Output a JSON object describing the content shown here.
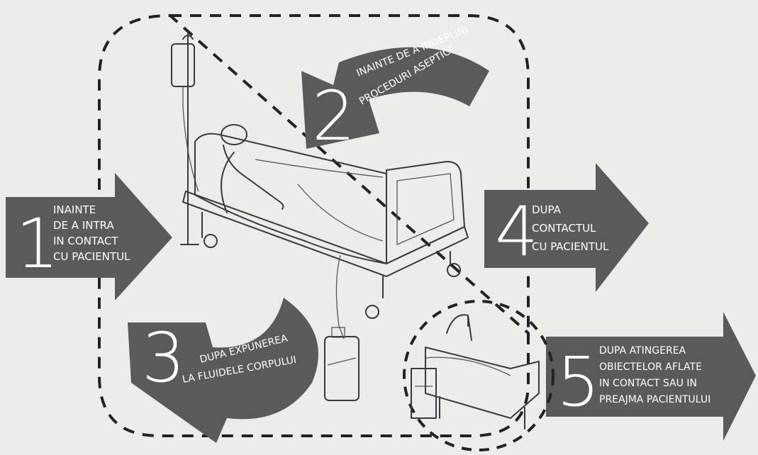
{
  "moments": [
    {
      "number": "1",
      "lines": [
        "INAINTE",
        "DE A INTRA",
        "IN CONTACT",
        "CU PACIENTUL"
      ]
    },
    {
      "number": "2",
      "lines": [
        "INAINTE DE A INDEPLINI",
        "PROCEDURI ASEPTICE"
      ]
    },
    {
      "number": "3",
      "lines": [
        "DUPA EXPUNEREA",
        "LA FLUIDELE CORPULUI"
      ]
    },
    {
      "number": "4",
      "lines": [
        "DUPA",
        "CONTACTUL",
        "CU PACIENTUL"
      ]
    },
    {
      "number": "5",
      "lines": [
        "DUPA ATINGEREA",
        "OBIECTELOR  AFLATE",
        "IN CONTACT  SAU IN",
        "PREAJMA PACIENTULUI"
      ]
    }
  ],
  "colors": {
    "arrow": "#5a5a5a",
    "background": "#ececea",
    "dash": "#222222"
  },
  "icons": [
    "patient-bed-illustration",
    "iv-bag-icon",
    "urine-bag-icon",
    "empty-bed-illustration"
  ]
}
